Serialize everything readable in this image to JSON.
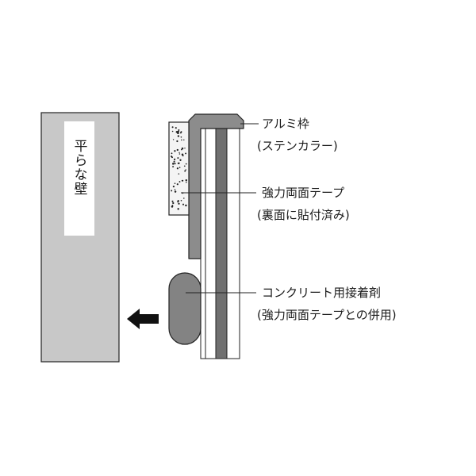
{
  "wall": {
    "label": "平らな壁"
  },
  "callouts": {
    "frame": {
      "line1": "アルミ枠",
      "line2": "(ステンカラー)"
    },
    "tape": {
      "line1": "強力両面テープ",
      "line2": "(裏面に貼付済み)"
    },
    "adhesive": {
      "line1": "コンクリート用接着剤",
      "line2": "(強力両面テープとの併用)"
    }
  },
  "colors": {
    "wall": "#c8c8c8",
    "frame": "#8c8c8c",
    "dark_panel": "#707070",
    "adhesive": "#838383",
    "outline": "#222222",
    "tape_fill": "#f4f4f4"
  },
  "icons": {
    "arrow": "arrow-left-icon"
  }
}
